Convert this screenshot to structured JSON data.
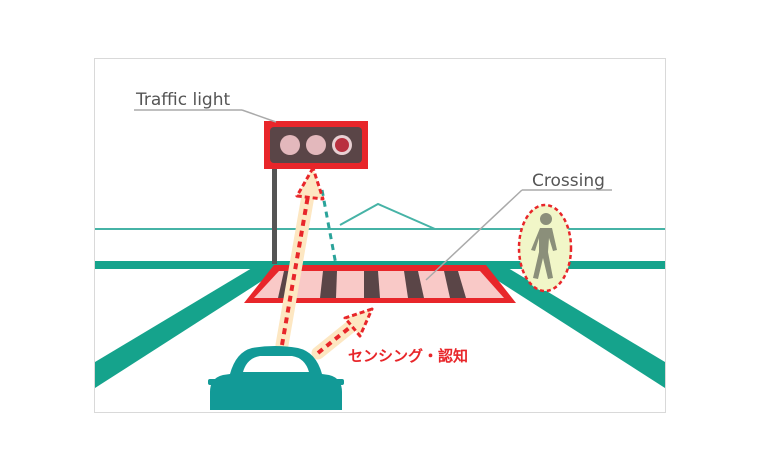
{
  "labels": {
    "traffic_light": "Traffic light",
    "crossing": "Crossing",
    "sensing": "センシング・認知"
  },
  "colors": {
    "road_green": "#15a38c",
    "road_line": "#2aa39a",
    "highlight_red": "#e8262a",
    "arrow_fill": "#fde7c2",
    "car": "#129a97",
    "pole": "#555555",
    "label_text": "#555555",
    "pedestrian_glow": "#f1f6c8",
    "pedestrian": "#8b8f7a",
    "light_dim": "#d5a0a5",
    "light_red": "#b9303f"
  },
  "icons": {
    "car": "car-icon",
    "pedestrian": "pedestrian-icon",
    "traffic_light": "traffic-light-icon"
  }
}
